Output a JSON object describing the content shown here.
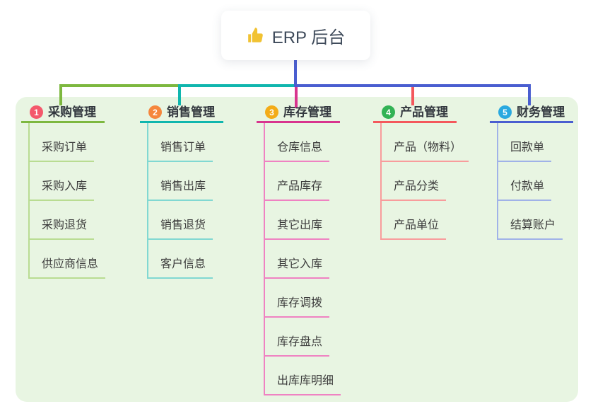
{
  "root": {
    "label": "ERP 后台",
    "icon": "thumbs-up"
  },
  "colors": {
    "page_background": "#ffffff",
    "panel_background": "#e8f5e2",
    "root_text": "#3e4a5a",
    "root_stem": "#4a5ed0",
    "thumb_icon": "#f1c232"
  },
  "branches": [
    {
      "num": "1",
      "label": "采购管理",
      "badge_color": "#f4596c",
      "line_color": "#7db83f",
      "child_line_color": "#b9dc92",
      "children": [
        "采购订单",
        "采购入库",
        "采购退货",
        "供应商信息"
      ]
    },
    {
      "num": "2",
      "label": "销售管理",
      "badge_color": "#f5873d",
      "line_color": "#10b6ae",
      "child_line_color": "#81d8d2",
      "children": [
        "销售订单",
        "销售出库",
        "销售退货",
        "客户信息"
      ]
    },
    {
      "num": "3",
      "label": "库存管理",
      "badge_color": "#f3ac18",
      "line_color": "#d8348e",
      "child_line_color": "#ef82c2",
      "children": [
        "仓库信息",
        "产品库存",
        "其它出库",
        "其它入库",
        "库存调拨",
        "库存盘点",
        "出库库明细"
      ]
    },
    {
      "num": "4",
      "label": "产品管理",
      "badge_color": "#32b355",
      "line_color": "#f4585c",
      "child_line_color": "#f89c9c",
      "children": [
        "产品（物料）",
        "产品分类",
        "产品单位"
      ]
    },
    {
      "num": "5",
      "label": "财务管理",
      "badge_color": "#2aa9e0",
      "line_color": "#4a5ed0",
      "child_line_color": "#a0b2e8",
      "children": [
        "回款单",
        "付款单",
        "结算账户"
      ]
    }
  ]
}
